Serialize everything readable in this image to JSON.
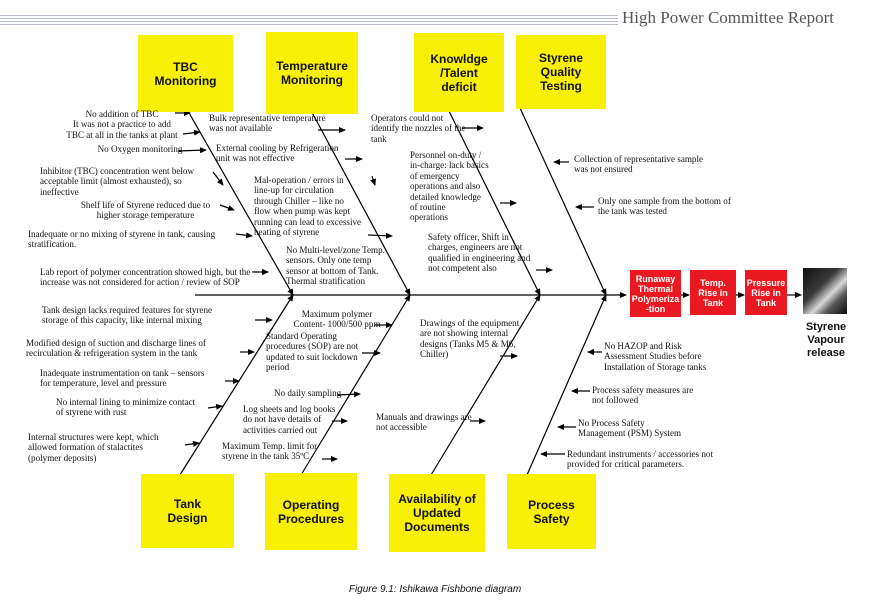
{
  "header": {
    "report_title": "High Power Committee Report"
  },
  "categories": {
    "tbc_monitoring": "TBC\nMonitoring",
    "temperature_monitoring": "Temperature\nMonitoring",
    "knowledge_talent_deficit": "Knowldge\n/Talent\ndeficit",
    "styrene_quality_testing": "Styrene\nQuality\nTesting",
    "tank_design": "Tank\nDesign",
    "operating_procedures": "Operating\nProcedures",
    "availability_of_updated_documents": "Availability of\nUpdated\nDocuments",
    "process_safety": "Process\nSafety"
  },
  "causes": {
    "tbc": [
      "No addition of TBC\nIt was not a practice to add\nTBC at all in the tanks at plant",
      "No Oxygen monitoring",
      "Inhibitor (TBC) concentration went below\nacceptable limit (almost exhausted), so\nineffective",
      "Shelf life of Styrene reduced due to\nhigher storage temperature",
      "Inadequate or no mixing of styrene in tank, causing\nstratification.",
      "Lab report of polymer concentration showed high, but the\nincrease was not considered for action / review of SOP"
    ],
    "temperature": [
      "Bulk representative temperature\nwas not available",
      "External cooling by Refrigeration\nunit was not effective",
      "Mal-operation / errors in\nline-up for circulation\nthrough Chiller – like no\nflow when pump was kept\nrunning can lead to excessive\nheating of styrene",
      "No Multi-level/zone Temp.\nsensors. Only one temp\nsensor at bottom of Tank.\nThermal stratification"
    ],
    "knowledge": [
      "Operators could not\nidentify the nozzles of the\ntank",
      "Personnel on-duty /\nin-charge: lack basics\nof emergency\noperations and also\ndetailed knowledge\nof routine\noperations",
      "Safety officer, Shift in\ncharges, engineers are not\nqualified in engineering and\nnot competent also"
    ],
    "quality": [
      "Collection of representative sample\nwas not ensured",
      "Only one sample from the bottom of\nthe tank was tested"
    ],
    "tank_design": [
      "Tank design lacks required features for styrene\nstorage of this capacity, like internal mixing",
      "Modified design of suction and discharge lines of\nrecirculation & refrigeration system in the tank",
      "Inadequate instrumentation on tank – sensors\nfor temperature, level and pressure",
      "No internal lining to minimize contact\nof styrene with rust",
      "Internal structures were kept, which\nallowed formation of stalactites\n(polymer deposits)"
    ],
    "operating": [
      "Maximum polymer\nContent- 1000/500 ppm",
      "Standard Operating\nprocedures (SOP) are not\nupdated to suit lockdown\nperiod",
      "No daily sampling",
      "Log sheets and log books\ndo not have details of\nactivities carried out",
      "Maximum Temp. limit for\nstyrene in the tank 35ºC"
    ],
    "documents": [
      "Drawings of the equipment\nare not showing internal\ndesigns (Tanks M5 & M6,\nChiller)",
      "Manuals and drawings are\nnot accessible"
    ],
    "process_safety": [
      "No HAZOP and Risk\nAssessment Studies before\nInstallation of Storage tanks",
      "Process safety measures are\nnot followed",
      "No Process Safety\nManagement (PSM) System",
      "Redundant instruments / accessories not\nprovided for critical parameters."
    ]
  },
  "effects": {
    "runaway": "Runaway\nThermal\nPolymeriza\n-tion",
    "temp_rise": "Temp.\nRise in\nTank",
    "pressure_rise": "Pressure\nRise in\nTank",
    "final": "Styrene\nVapour\nrelease"
  },
  "caption": "Figure 9.1: Ishikawa Fishbone diagram",
  "colors": {
    "category_fill": "#f7ef04",
    "effect_fill": "#ea1921",
    "spine": "#000000"
  }
}
